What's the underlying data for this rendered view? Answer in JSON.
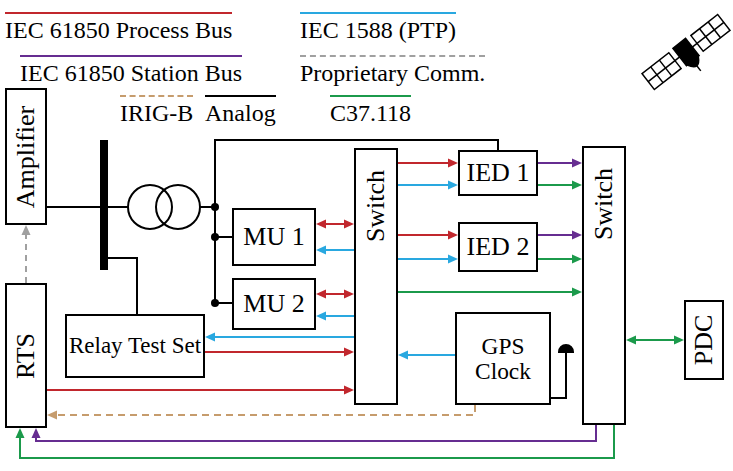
{
  "diagram": {
    "nodes": [
      {
        "text": [
          "Amplifier"
        ]
      },
      {
        "text": [
          "IED 1"
        ]
      },
      {
        "text": [
          "IED 2"
        ]
      },
      {
        "text": [
          "Switch"
        ]
      },
      {
        "text": [
          "Switch"
        ]
      },
      {
        "text": [
          "MU 1"
        ]
      },
      {
        "text": [
          "MU 2"
        ]
      },
      {
        "text": [
          "Relay Test Set"
        ]
      },
      {
        "text": [
          "GPS Clock"
        ]
      },
      {
        "text": [
          "PDC"
        ]
      },
      {
        "text": [
          "RTS"
        ]
      }
    ],
    "edges": [
      {
        "from": 5,
        "to": 3,
        "arrow": "both"
      },
      {
        "from": 3,
        "to": 5,
        "arrow": "to"
      },
      {
        "from": 6,
        "to": 3,
        "arrow": "both"
      },
      {
        "from": 3,
        "to": 6,
        "arrow": "to"
      },
      {
        "from": 3,
        "to": 1,
        "arrow": "to"
      },
      {
        "from": 3,
        "to": 1,
        "arrow": "to"
      },
      {
        "from": 3,
        "to": 2,
        "arrow": "to"
      },
      {
        "from": 3,
        "to": 2,
        "arrow": "to"
      },
      {
        "from": 1,
        "to": 4,
        "arrow": "to"
      },
      {
        "from": 1,
        "to": 4,
        "arrow": "to"
      },
      {
        "from": 2,
        "to": 4,
        "arrow": "to"
      },
      {
        "from": 2,
        "to": 4,
        "arrow": "to"
      },
      {
        "from": 3,
        "to": 4,
        "arrow": "to"
      },
      {
        "from": 7,
        "to": 3,
        "arrow": "to"
      },
      {
        "from": 3,
        "to": 7,
        "arrow": "to"
      },
      {
        "from": 10,
        "to": 3,
        "arrow": "to"
      },
      {
        "from": 8,
        "to": 10,
        "arrow": "to"
      },
      {
        "from": 8,
        "to": 3,
        "arrow": "to"
      },
      {
        "from": 4,
        "to": 10,
        "arrow": "to"
      },
      {
        "from": 4,
        "to": 10,
        "arrow": "to"
      },
      {
        "from": 4,
        "to": 9,
        "arrow": "both"
      },
      {
        "from": 10,
        "to": 0,
        "arrow": "to"
      }
    ],
    "legend": [
      {
        "text": "IEC 61850 Process Bus"
      },
      {
        "text": "IEC 1588 (PTP)"
      },
      {
        "text": "IEC 61850 Station Bus"
      },
      {
        "text": "Proprietary Comm."
      },
      {
        "text": "IRIG-B"
      },
      {
        "text": "Analog"
      },
      {
        "text": "C37.118"
      }
    ]
  }
}
